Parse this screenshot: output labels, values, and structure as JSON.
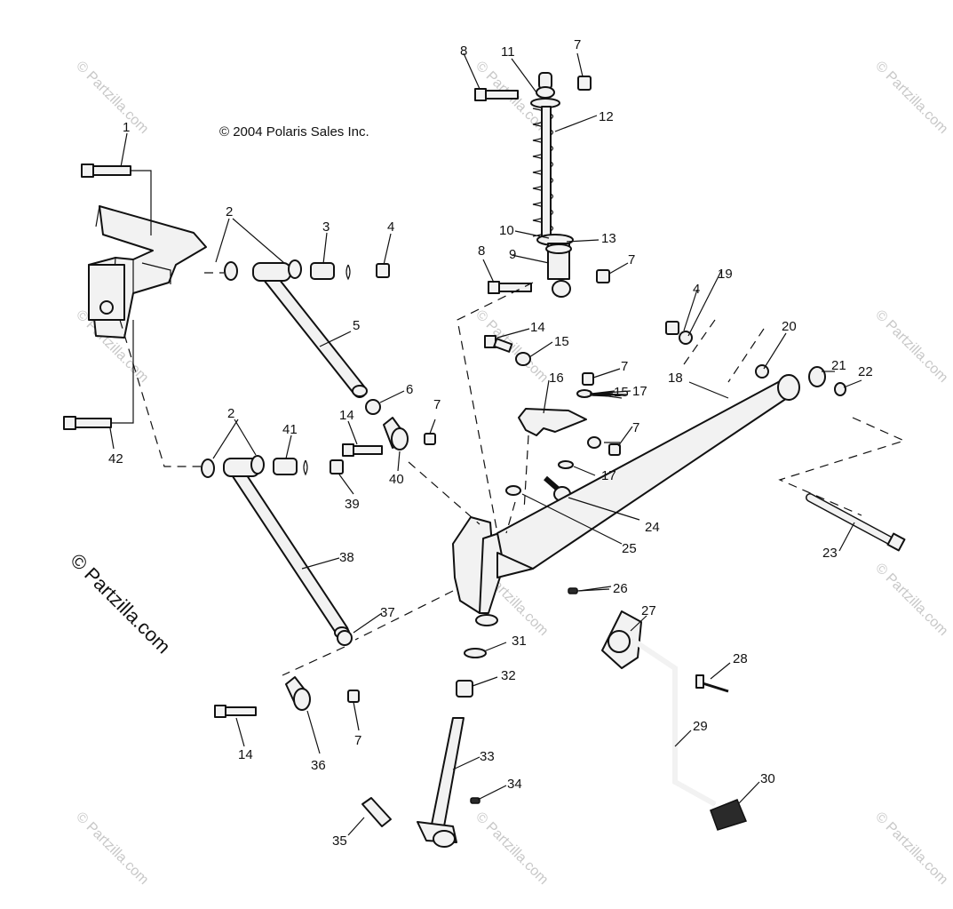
{
  "copyright": "© 2004 Polaris Sales Inc.",
  "side_watermark": "© Partzilla.com",
  "watermark": "© Partzilla.com",
  "callouts": {
    "c1": "1",
    "c2a": "2",
    "c2b": "2",
    "c3": "3",
    "c4a": "4",
    "c4b": "4",
    "c5": "5",
    "c6": "6",
    "c7a": "7",
    "c7b": "7",
    "c7c": "7",
    "c7d": "7",
    "c7e": "7",
    "c7f": "7",
    "c8a": "8",
    "c8b": "8",
    "c9": "9",
    "c10": "10",
    "c11": "11",
    "c12": "12",
    "c13": "13",
    "c14a": "14",
    "c14b": "14",
    "c14c": "14",
    "c15a": "15",
    "c15b": "15",
    "c16": "16",
    "c17a": "17",
    "c17b": "17",
    "c18": "18",
    "c19": "19",
    "c20": "20",
    "c21": "21",
    "c22": "22",
    "c23": "23",
    "c24": "24",
    "c25": "25",
    "c26": "26",
    "c27": "27",
    "c28": "28",
    "c29": "29",
    "c30": "30",
    "c31": "31",
    "c32": "32",
    "c33": "33",
    "c34": "34",
    "c35": "35",
    "c36": "36",
    "c37": "37",
    "c38": "38",
    "c39": "39",
    "c40": "40",
    "c41": "41",
    "c42": "42"
  }
}
